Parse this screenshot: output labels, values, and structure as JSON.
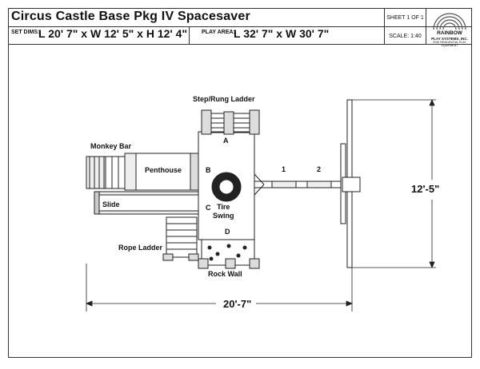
{
  "header": {
    "title": "Circus Castle Base Pkg IV Spacesaver",
    "sheet": "SHEET 1 OF 1",
    "scale": "SCALE: 1:40",
    "logo_name": "RAINBOW",
    "logo_line2": "PLAY SYSTEMS, INC.",
    "logo_tagline": "FINE RESIDENTIAL PLAY EQUIPMENT",
    "set_dims_label": "SET DIMS:",
    "set_dims_value": "L 20' 7\" x W 12' 5\" x H 12' 4\"",
    "play_area_label": "PLAY AREA:",
    "play_area_value": "L 32' 7\" x W 30' 7\""
  },
  "diagram": {
    "labels": {
      "step_ladder": "Step/Rung Ladder",
      "monkey_bar": "Monkey Bar",
      "penthouse": "Penthouse",
      "slide": "Slide",
      "rope_ladder": "Rope Ladder",
      "rock_wall": "Rock Wall",
      "tire_swing": "Tire\nSwing",
      "a": "A",
      "b": "B",
      "c": "C",
      "d": "D",
      "swing1": "1",
      "swing2": "2"
    },
    "dimensions": {
      "width": "12'-5\"",
      "length": "20'-7\""
    }
  }
}
